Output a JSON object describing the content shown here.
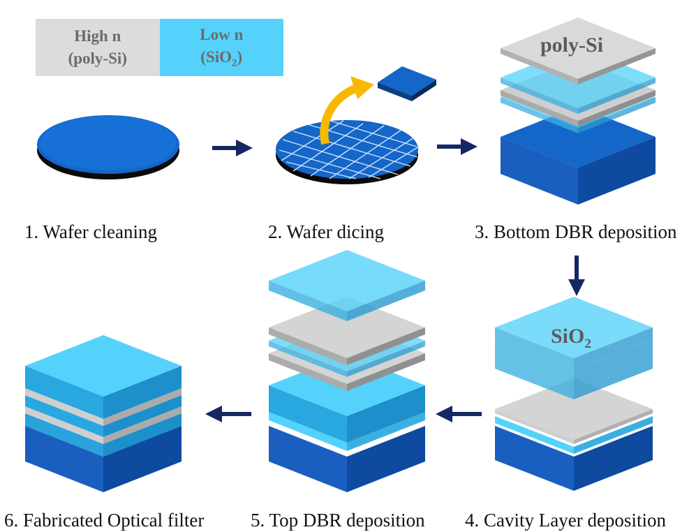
{
  "legend": {
    "high": {
      "line1": "High n",
      "line2": "(poly-Si)"
    },
    "low": {
      "line1": "Low n",
      "line2": "(SiO",
      "sub": "2",
      "close": ")"
    }
  },
  "labels": {
    "poly_si": "poly-Si",
    "sio2": "SiO",
    "sio2_sub": "2"
  },
  "steps": [
    {
      "caption": "1. Wafer cleaning"
    },
    {
      "caption": "2. Wafer dicing"
    },
    {
      "caption": "3. Bottom DBR deposition"
    },
    {
      "caption": "4. Cavity Layer deposition"
    },
    {
      "caption": "5. Top DBR deposition"
    },
    {
      "caption": "6. Fabricated Optical filter"
    }
  ],
  "colors": {
    "high_index": "#dcdcdc",
    "low_index": "#55d2fb",
    "substrate": "#1466c8",
    "arrow": "#142864",
    "dicing_arrow": "#f8b800"
  }
}
